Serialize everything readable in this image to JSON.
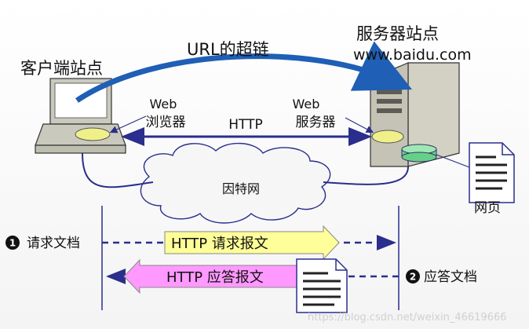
{
  "client": {
    "title": "客户端站点",
    "browser_line1": "Web",
    "browser_line2": "浏览器"
  },
  "server": {
    "title": "服务器站点",
    "domain": "www.baidu.com",
    "line1": "Web",
    "line2": "服务器"
  },
  "links": {
    "url_label": "URL的超链",
    "http_label": "HTTP",
    "internet_label": "因特网"
  },
  "document": {
    "label": "网页"
  },
  "request": {
    "num": "1",
    "side_label": "请求文档",
    "box_label": "HTTP 请求报文",
    "box_color": "#ffff99"
  },
  "response": {
    "num": "2",
    "side_label": "应答文档",
    "box_label": "HTTP 应答报文",
    "box_color": "#ff99ff"
  },
  "colors": {
    "arrow_blue": "#1f5fb5",
    "line_navy": "#2a2e8c",
    "ellipse_yellow": "#f0f08a",
    "disk_green": "#66d08a"
  },
  "watermark": "https://blog.csdn.net/weixin_46619666"
}
